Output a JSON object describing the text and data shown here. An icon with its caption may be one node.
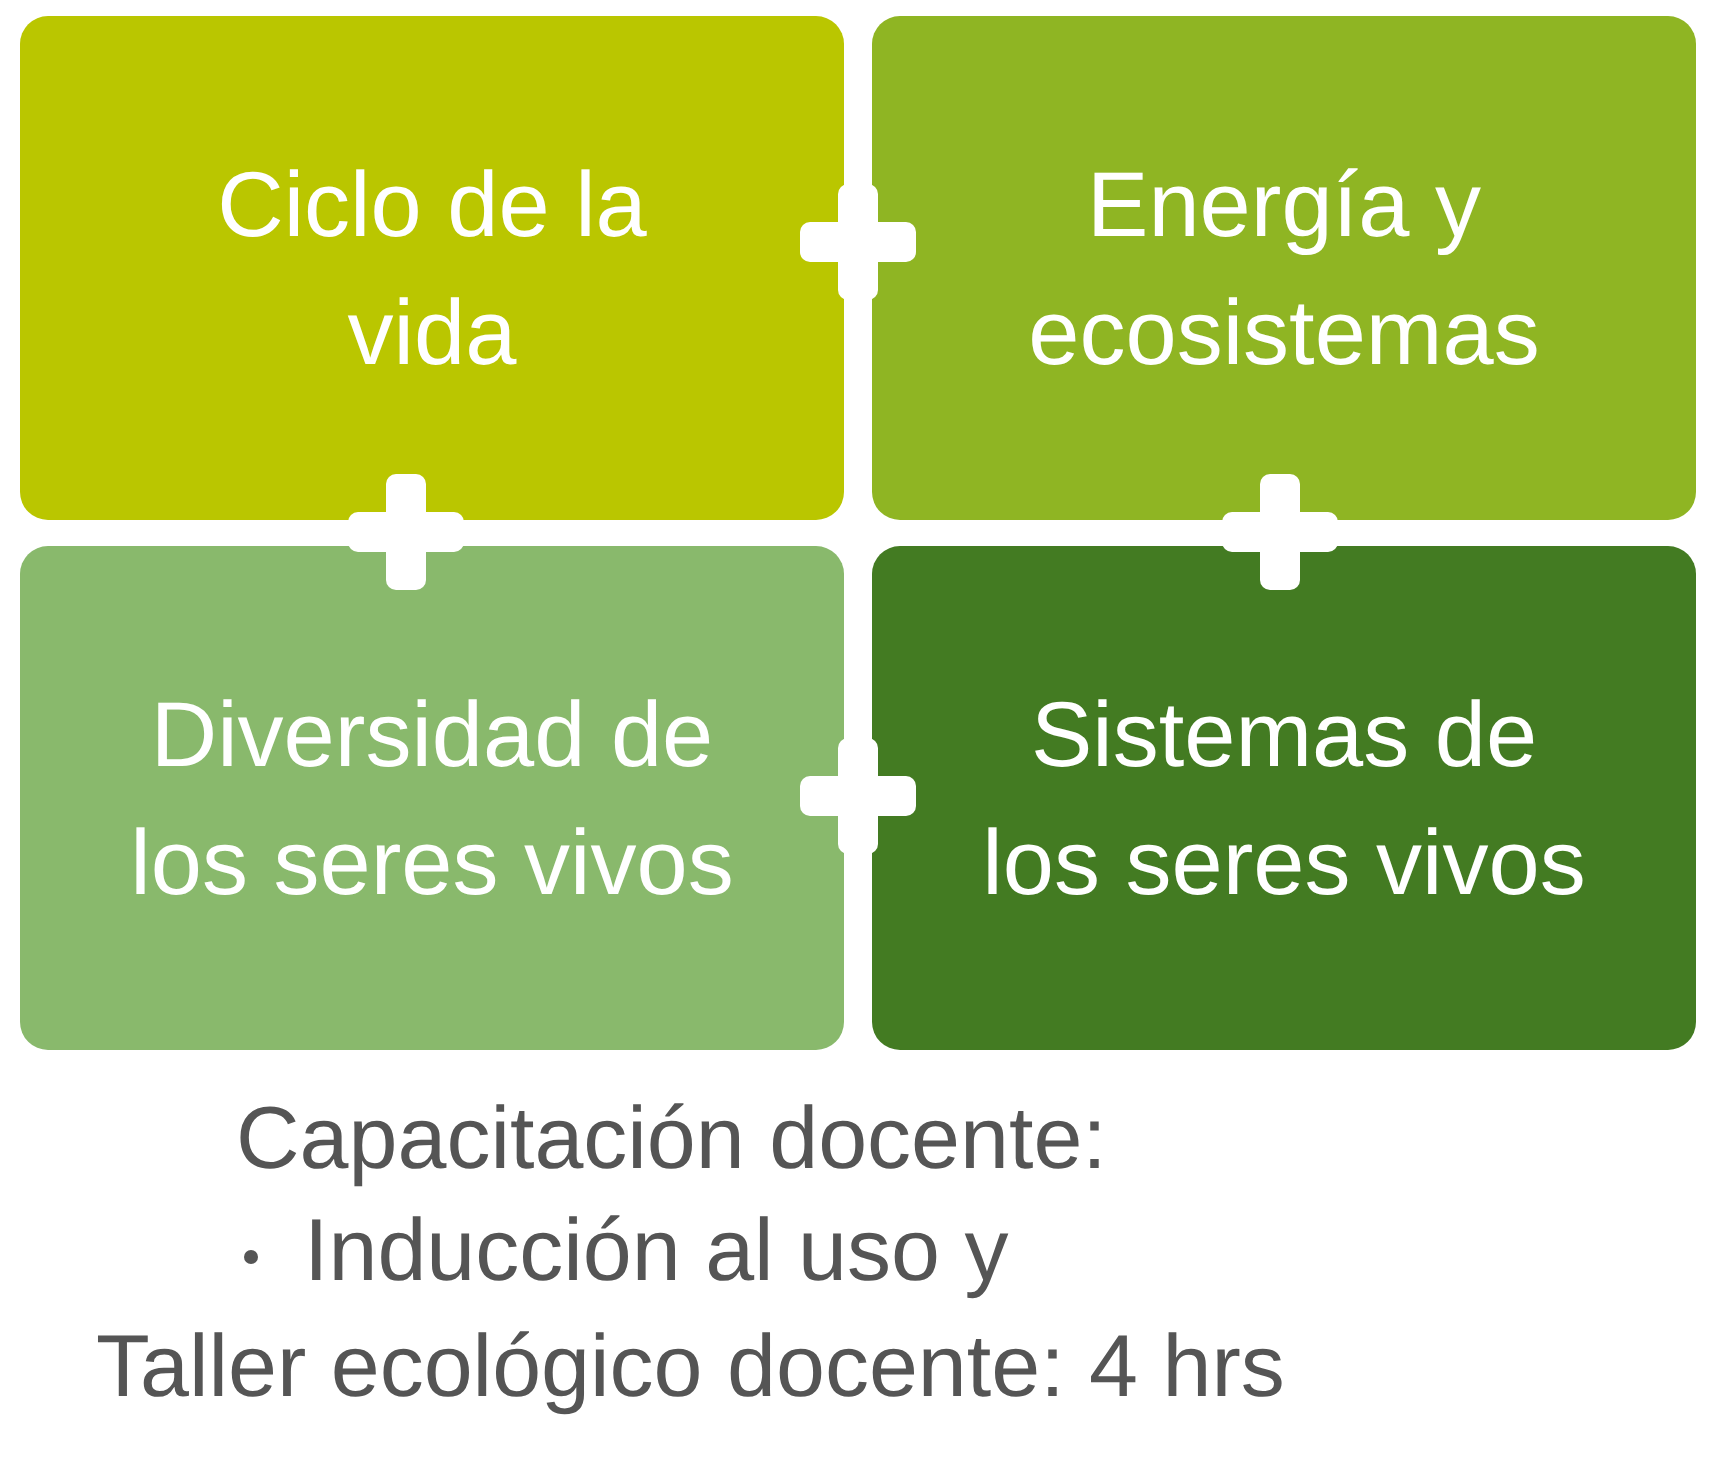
{
  "diagram": {
    "nodes": [
      {
        "text": [
          "Ciclo de la vida"
        ]
      },
      {
        "text": [
          "Energía y ecosistemas"
        ]
      },
      {
        "text": [
          "Diversidad de los seres vivos"
        ]
      },
      {
        "text": [
          "Sistemas de los seres vivos"
        ]
      }
    ],
    "edges": [],
    "labels": [
      "Capacitación docente:",
      "Inducción al uso y",
      "Taller ecológico docente: 4 hrs"
    ]
  }
}
